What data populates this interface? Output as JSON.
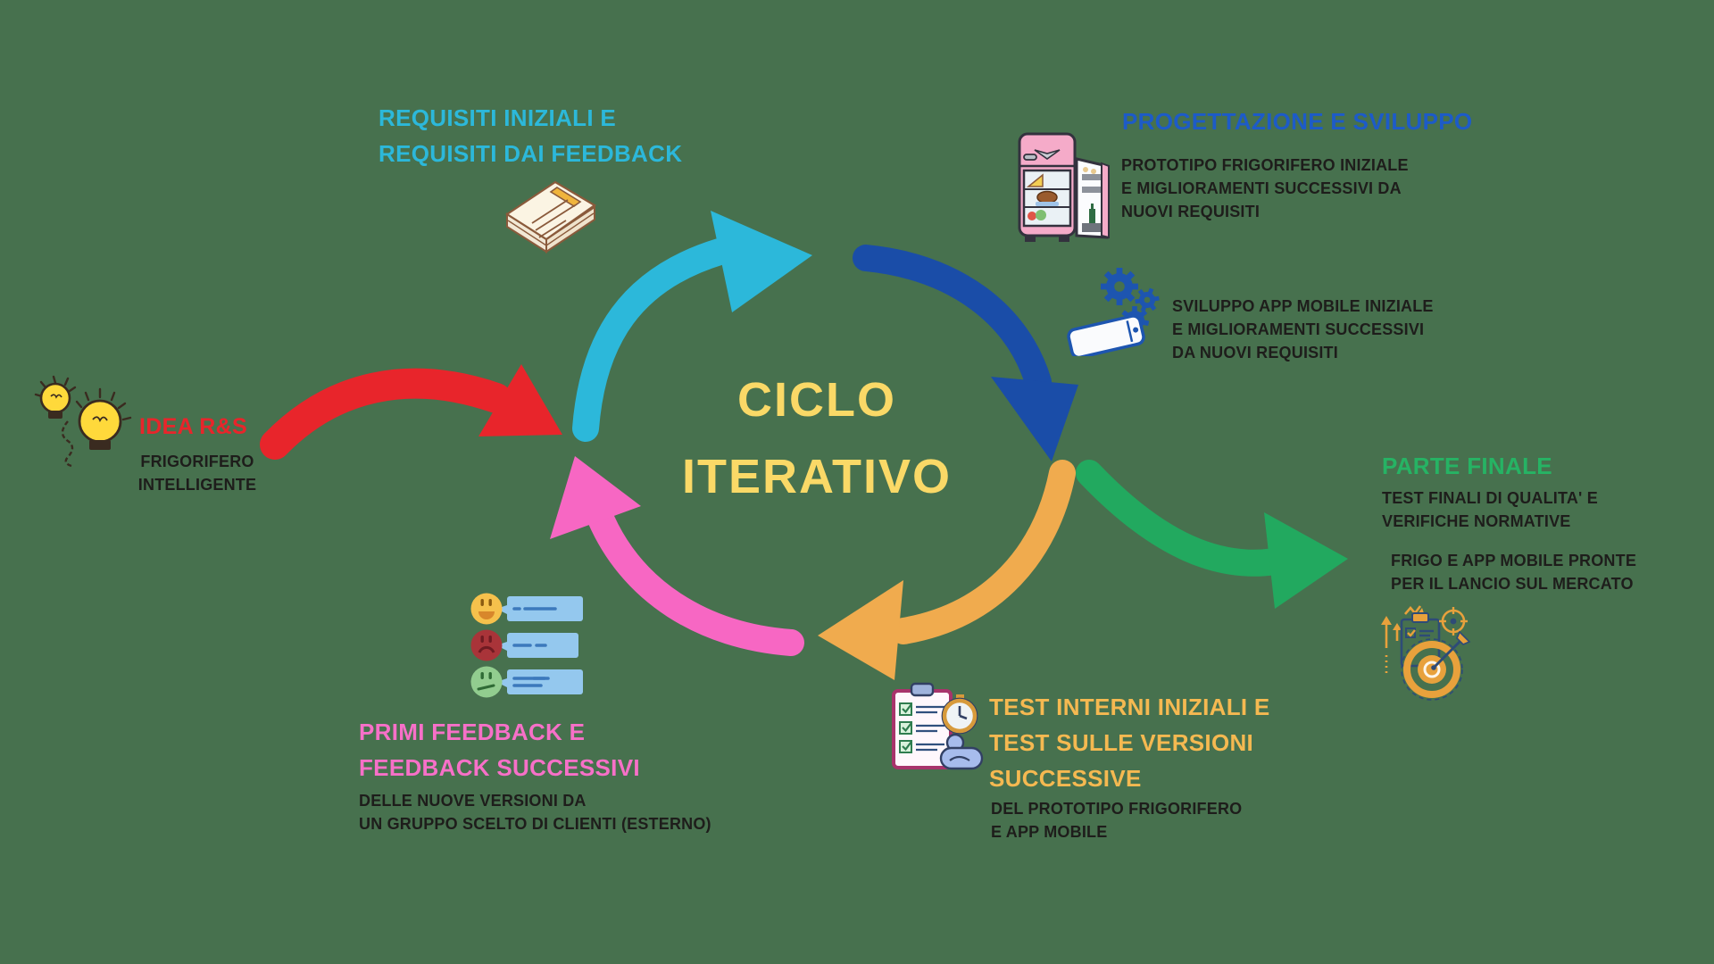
{
  "canvas": {
    "background": "#47714E"
  },
  "center_title": {
    "line1": "CICLO",
    "line2": "ITERATIVO",
    "color": "#FAD967"
  },
  "colors": {
    "red": "#E8252B",
    "cyan": "#2CB8DA",
    "blue_arrow": "#1A4DA8",
    "blue_title": "#1D5BC8",
    "green_arrow": "#22A95F",
    "green_title": "#26B364",
    "orange_arrow": "#F0AB4E",
    "orange_title": "#F5B951",
    "pink_arrow": "#F767C3",
    "pink_title": "#F770C8",
    "body_text": "#1E1D1B",
    "background": "#47714E"
  },
  "sections": {
    "idea": {
      "title": "IDEA R&S",
      "subtitle_line1": "FRIGORIFERO",
      "subtitle_line2": "INTELLIGENTE",
      "icon": "lightbulbs-icon"
    },
    "requisiti": {
      "title_line1": "REQUISITI INIZIALI E",
      "title_line2": "REQUISITI DAI FEEDBACK",
      "icon": "paper-stack-icon"
    },
    "progettazione": {
      "title": "PROGETTAZIONE E SVILUPPO",
      "fridge_note_line1": "PROTOTIPO FRIGORIFERO INIZIALE",
      "fridge_note_line2": "E MIGLIORAMENTI SUCCESSIVI DA",
      "fridge_note_line3": "NUOVI REQUISITI",
      "app_note_line1": "SVILUPPO APP MOBILE INIZIALE",
      "app_note_line2": "E MIGLIORAMENTI SUCCESSIVI",
      "app_note_line3": "DA NUOVI REQUISITI",
      "icon_fridge": "fridge-icon",
      "icon_app": "gears-tablet-icon"
    },
    "parte_finale": {
      "title": "PARTE FINALE",
      "note1_line1": "TEST FINALI DI QUALITA' E",
      "note1_line2": "VERIFICHE NORMATIVE",
      "note2_line1": "FRIGO E APP MOBILE PRONTE",
      "note2_line2": "PER IL LANCIO SUL MERCATO",
      "icon": "launch-target-icon"
    },
    "test": {
      "title_line1": "TEST INTERNI INIZIALI E",
      "title_line2": "TEST SULLE VERSIONI",
      "title_line3": "SUCCESSIVE",
      "subtitle_line1": "DEL PROTOTIPO FRIGORIFERO",
      "subtitle_line2": "E APP MOBILE",
      "icon": "checklist-clock-icon"
    },
    "feedback": {
      "title_line1": "PRIMI FEEDBACK E",
      "title_line2": "FEEDBACK SUCCESSIVI",
      "subtitle_line1": "DELLE NUOVE VERSIONI DA",
      "subtitle_line2": "UN GRUPPO SCELTO DI CLIENTI (ESTERNO)",
      "icon": "feedback-emojis-icon"
    }
  }
}
